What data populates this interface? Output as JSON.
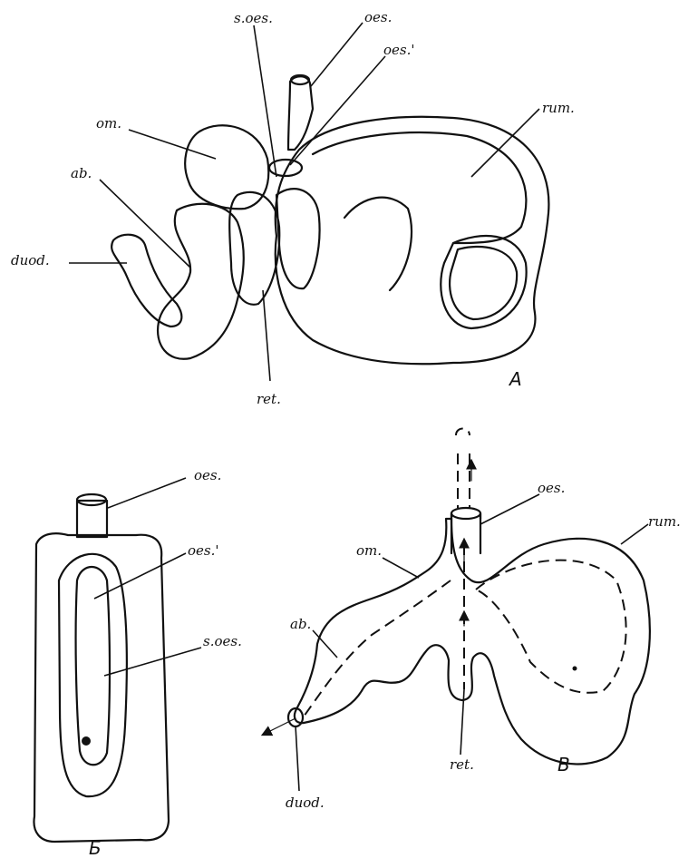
{
  "figure_a": {
    "panel_letter": "A",
    "labels": {
      "s_oes": "s.oes.",
      "oes": "oes.",
      "oes_prime": "oes.'",
      "om": "om.",
      "ab": "ab.",
      "rum": "rum.",
      "duod": "duod.",
      "ret": "ret."
    }
  },
  "figure_b": {
    "panel_letter": "Б",
    "labels": {
      "oes": "oes.",
      "oes_prime": "oes.'",
      "s_oes": "s.oes."
    }
  },
  "figure_c": {
    "panel_letter": "B",
    "labels": {
      "oes": "oes.",
      "om": "om.",
      "rum": "rum.",
      "ab": "ab.",
      "ret": "ret.",
      "duod": "duod."
    }
  }
}
